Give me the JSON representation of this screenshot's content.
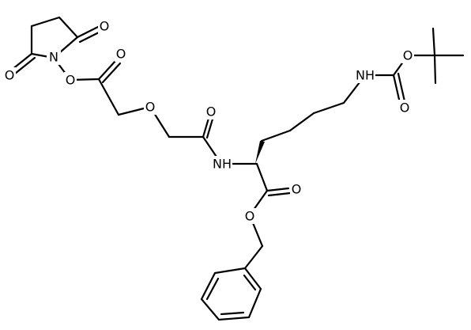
{
  "labels": {
    "succ_o1": "O",
    "succ_o2": "O",
    "succ_n": "N",
    "ester_o1": "O",
    "ester_carbonyl_o": "O",
    "ether_o": "O",
    "amide_o": "O",
    "amide_nh": "NH",
    "lys_ester_carbonyl_o": "O",
    "lys_ester_o": "O",
    "carbamate_nh": "NH",
    "carbamate_carbonyl_o": "O",
    "boc_o": "O"
  },
  "colors": {
    "ink": "#000000",
    "background": "#ffffff"
  }
}
